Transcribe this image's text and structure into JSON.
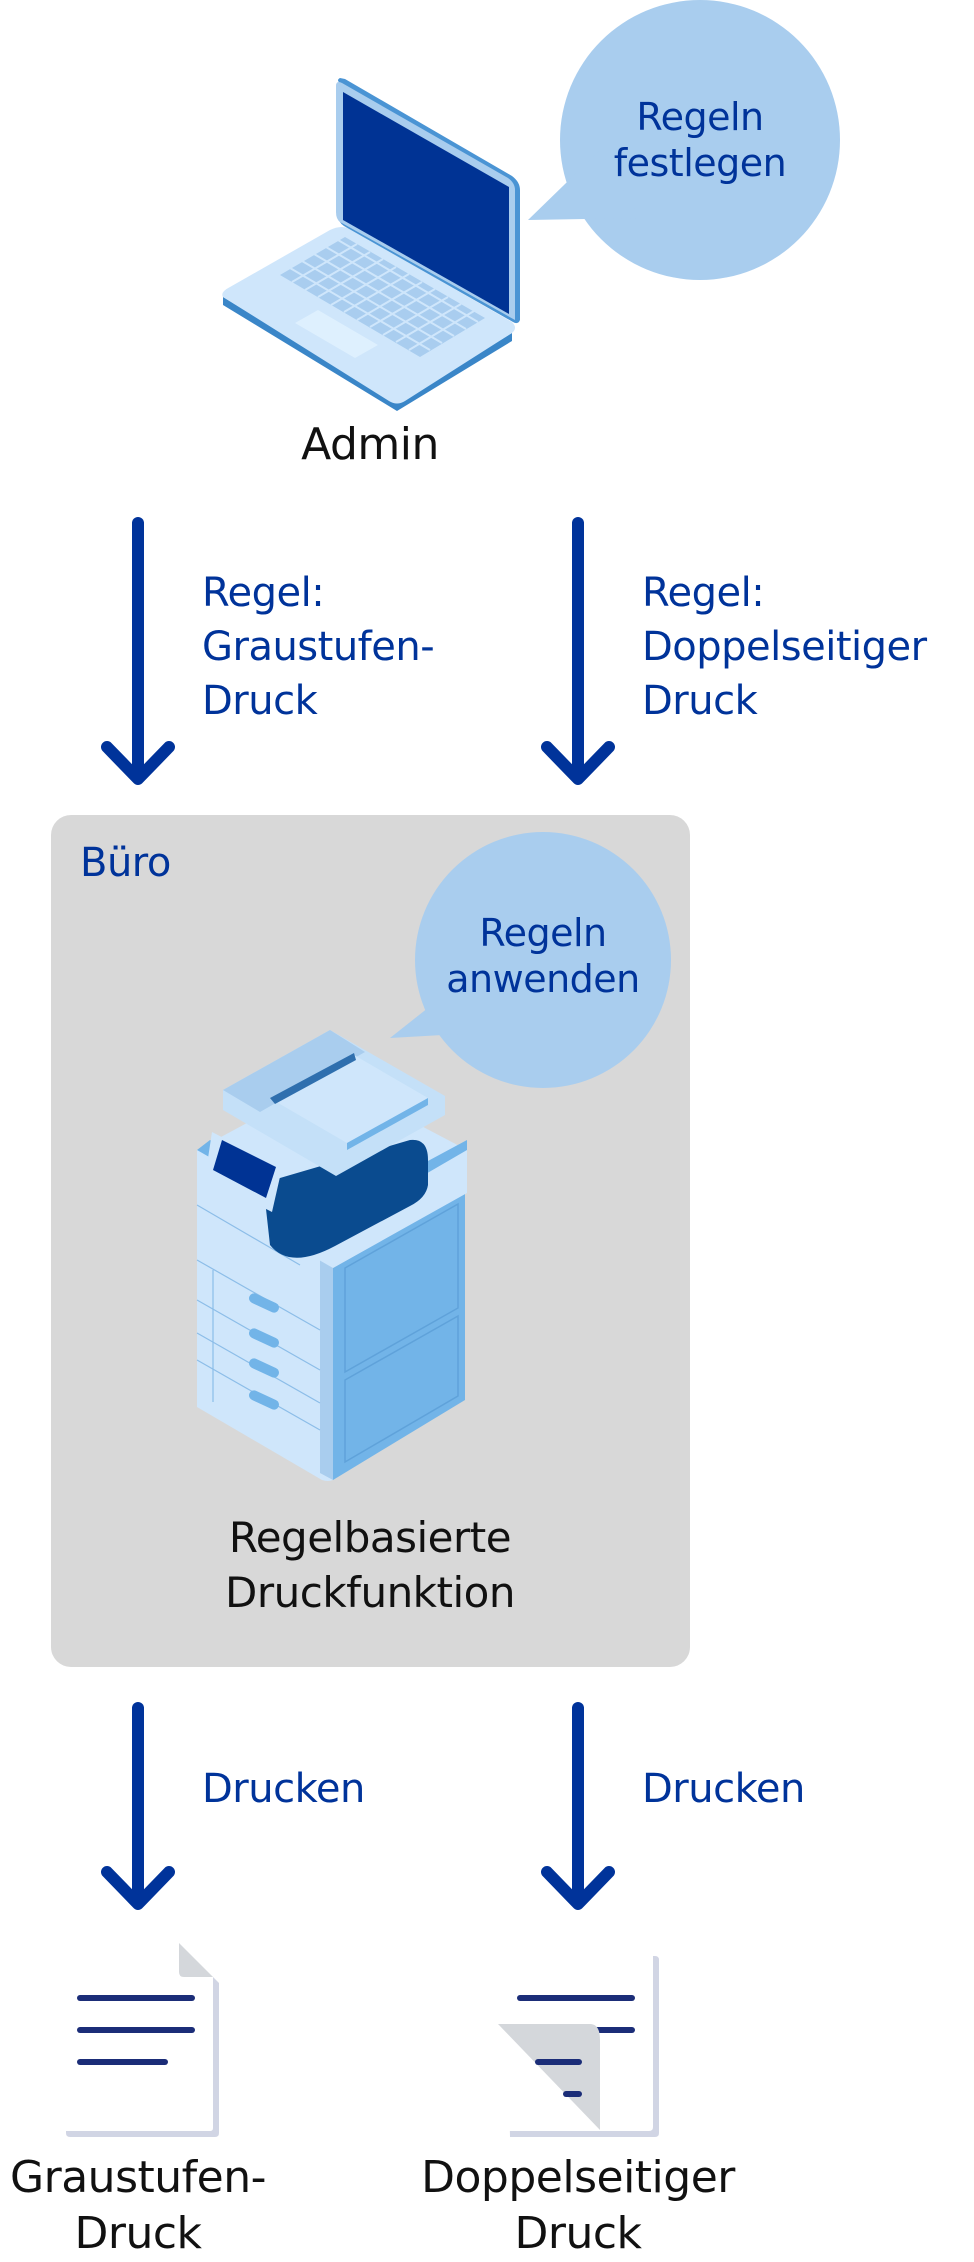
{
  "colors": {
    "accent": "#00339a",
    "bubble": "#a9cdee",
    "office_box": "#d8d8d8",
    "doc_lines": "#1b2d78",
    "doc_shadow": "#d1d5e4",
    "doc_fold": "#d4d7db",
    "laptop_screen": "#003394",
    "printer_dark": "#0a4b8f"
  },
  "admin": {
    "icon": "laptop-icon",
    "label": "Admin",
    "bubble_line1": "Regeln",
    "bubble_line2": "festlegen"
  },
  "rules": [
    {
      "line1": "Regel:",
      "line2": "Graustufen-",
      "line3": "Druck"
    },
    {
      "line1": "Regel:",
      "line2": "Doppelseitiger",
      "line3": "Druck"
    }
  ],
  "office": {
    "title": "Büro",
    "icon": "multifunction-printer-icon",
    "bubble_line1": "Regeln",
    "bubble_line2": "anwenden",
    "label_line1": "Regelbasierte",
    "label_line2": "Druckfunktion"
  },
  "print_arrows": [
    {
      "label": "Drucken"
    },
    {
      "label": "Drucken"
    }
  ],
  "outputs": [
    {
      "icon": "grayscale-document-icon",
      "line1": "Graustufen-",
      "line2": "Druck"
    },
    {
      "icon": "duplex-document-icon",
      "line1": "Doppelseitiger",
      "line2": "Druck"
    }
  ]
}
